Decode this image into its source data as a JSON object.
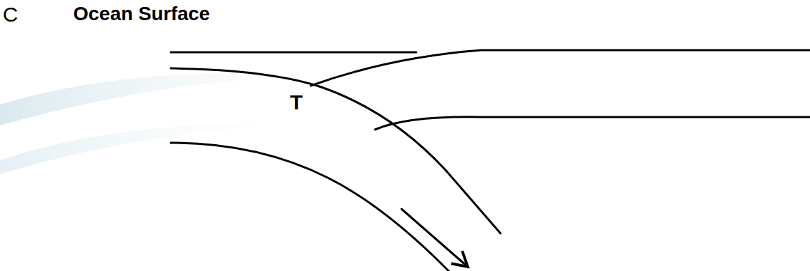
{
  "diagram": {
    "labels": [
      "C",
      "Ocean Surface",
      "T"
    ]
  }
}
